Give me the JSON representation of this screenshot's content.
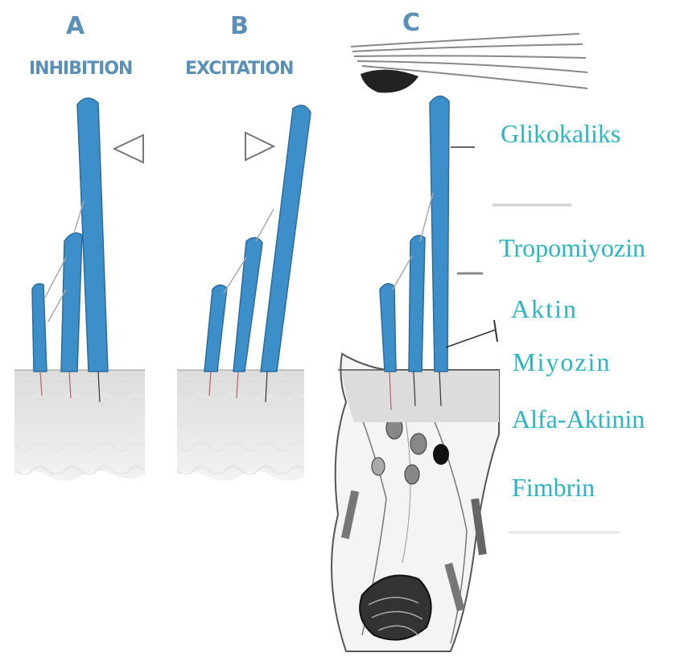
{
  "panels": [
    {
      "letter": "A",
      "title": "INHIBITION"
    },
    {
      "letter": "B",
      "title": "EXCITATION"
    },
    {
      "letter": "C",
      "title": ""
    }
  ],
  "labels": {
    "glikokaliks": "Glikokaliks",
    "tropomiyozin": "Tropomiyozin",
    "aktin": "Aktin",
    "miyozin": "Miyozin",
    "alfa_aktinin": "Alfa-Aktinin",
    "fimbrin": "Fimbrin"
  },
  "colors": {
    "stereocilia": "#3d8fca",
    "label_text": "#2bb5c4",
    "panel_title": "#5a8fb8"
  },
  "icons": [
    "arrow-left-icon",
    "arrow-right-icon"
  ]
}
